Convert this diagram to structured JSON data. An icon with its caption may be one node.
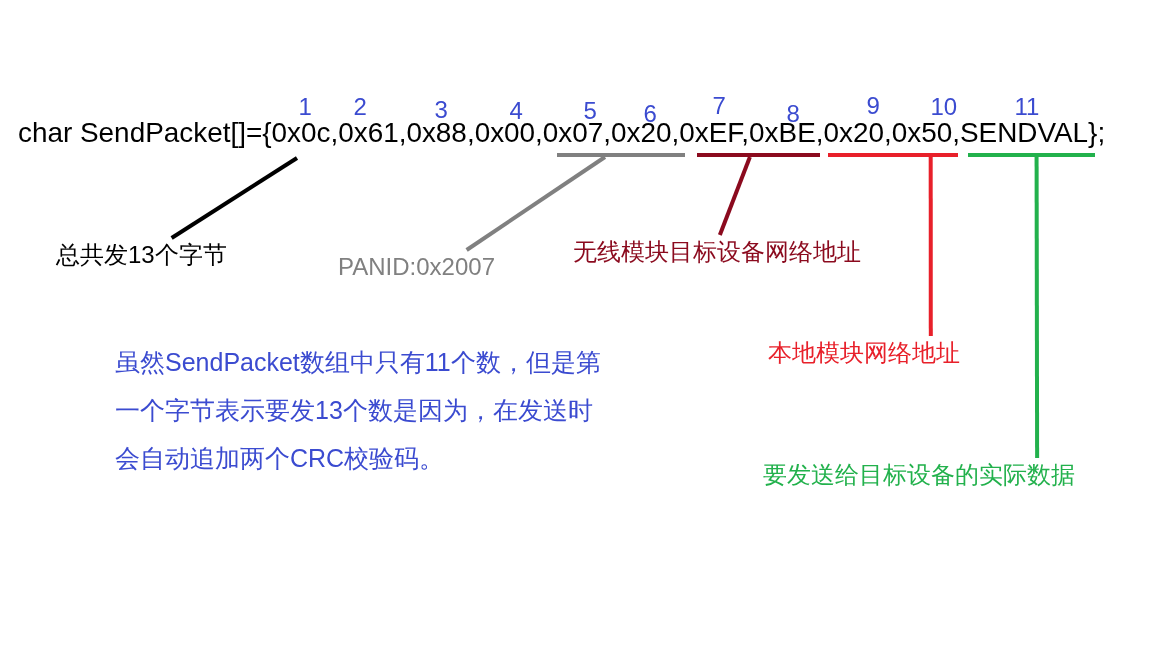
{
  "diagram": {
    "nodes": [
      {
        "text": [
          "总共发13个字节"
        ]
      },
      {
        "text": [
          "PANID:0x2007"
        ]
      },
      {
        "text": [
          "无线模块目标设备网络地址"
        ]
      },
      {
        "text": [
          "本地模块网络地址"
        ]
      },
      {
        "text": [
          "要发送给目标设备的实际数据"
        ]
      },
      {
        "text": [],
        "shape": "bar"
      },
      {
        "text": [],
        "shape": "bar"
      },
      {
        "text": [],
        "shape": "bar"
      },
      {
        "text": [],
        "shape": "bar"
      }
    ],
    "edges": [
      {
        "from": 0,
        "to": null,
        "arrow": "none",
        "color": "#000000"
      },
      {
        "from": 1,
        "to": 5,
        "arrow": "none",
        "color": "#808080"
      },
      {
        "from": 2,
        "to": 6,
        "arrow": "none",
        "color": "#8b0a1e"
      },
      {
        "from": 3,
        "to": 7,
        "arrow": "none",
        "color": "#e8202a"
      },
      {
        "from": 4,
        "to": 8,
        "arrow": "none",
        "color": "#22b14c"
      }
    ],
    "labels": [
      "1",
      "2",
      "3",
      "4",
      "5",
      "6",
      "7",
      "8",
      "9",
      "10",
      "11",
      "char SendPacket[]={0x0c,0x61,0x88,0x00,0x07,0x20,0xEF,0xBE,0x20,0x50,SENDVAL};",
      "虽然SendPacket数组中只有11个数，但是第一个字节表示要发13个数是因为，在发送时会自动追加两个CRC校验码。"
    ]
  }
}
